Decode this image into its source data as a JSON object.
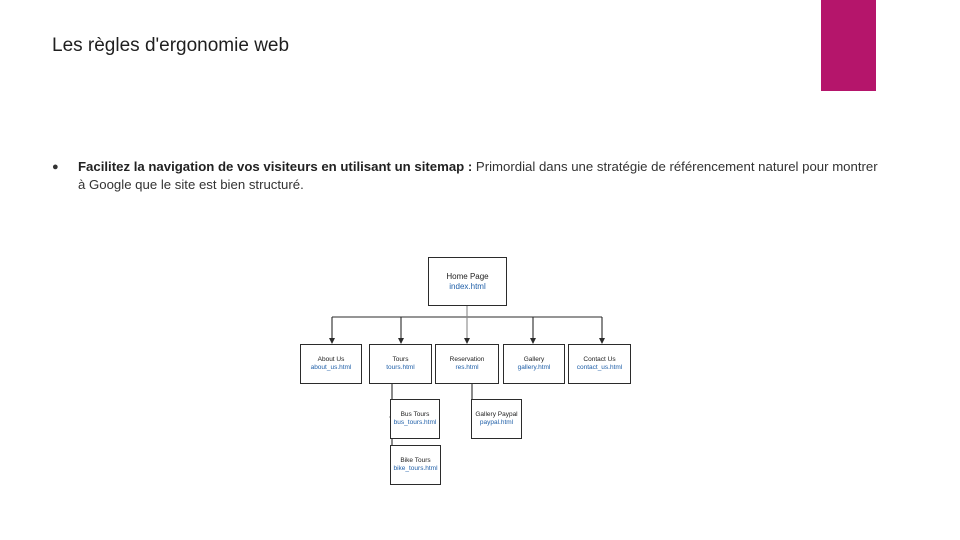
{
  "slide": {
    "title": "Les règles d'ergonomie web",
    "accent_color": "#b5156b"
  },
  "bullets": [
    {
      "bold": "Facilitez la navigation de vos visiteurs en utilisant un sitemap :",
      "text": " Primordial dans une stratégie de référencement naturel pour montrer à Google que le site est bien structuré."
    }
  ],
  "sitemap": {
    "home": {
      "title": "Home Page",
      "file": "index.html"
    },
    "level1": [
      {
        "title": "About Us",
        "file": "about_us.html"
      },
      {
        "title": "Tours",
        "file": "tours.html"
      },
      {
        "title": "Reservation",
        "file": "res.html"
      },
      {
        "title": "Gallery",
        "file": "gallery.html"
      },
      {
        "title": "Contact Us",
        "file": "contact_us.html"
      }
    ],
    "tours_children": [
      {
        "title": "Bus Tours",
        "file": "bus_tours.html"
      },
      {
        "title": "Bike Tours",
        "file": "bike_tours.html"
      }
    ],
    "gallery_children": [
      {
        "title": "Gallery Paypal",
        "file": "paypal.html"
      }
    ]
  }
}
